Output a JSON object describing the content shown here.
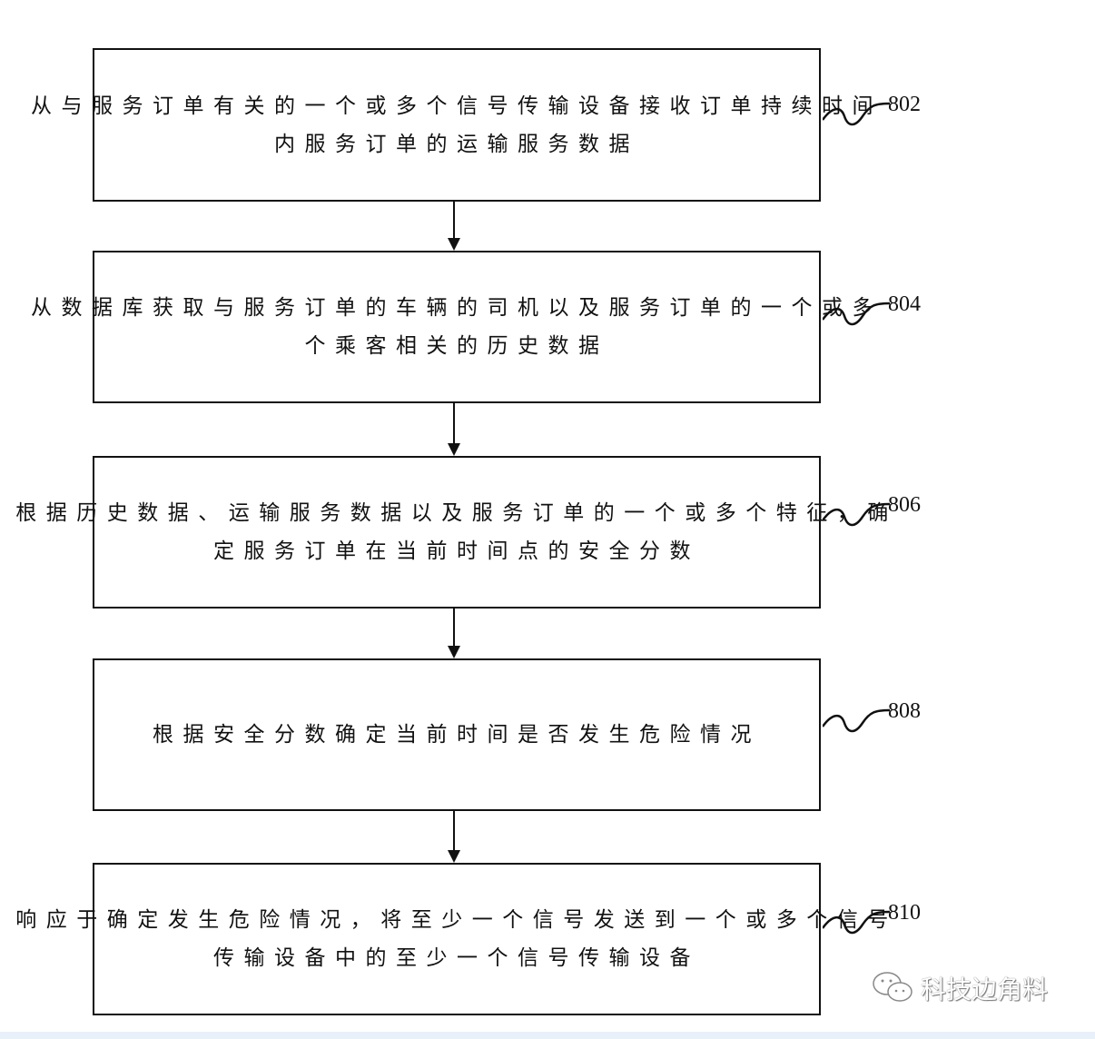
{
  "steps": [
    {
      "ref": "802",
      "lines": [
        "从与服务订单有关的一个或多个信号传输设备接收订单持续时间",
        "内服务订单的运输服务数据"
      ]
    },
    {
      "ref": "804",
      "lines": [
        "从数据库获取与服务订单的车辆的司机以及服务订单的一个或多",
        "个乘客相关的历史数据"
      ]
    },
    {
      "ref": "806",
      "lines": [
        "根据历史数据、运输服务数据以及服务订单的一个或多个特征，确",
        "定服务订单在当前时间点的安全分数"
      ]
    },
    {
      "ref": "808",
      "lines": [
        "根据安全分数确定当前时间是否发生危险情况"
      ]
    },
    {
      "ref": "810",
      "lines": [
        "响应于确定发生危险情况，将至少一个信号发送到一个或多个信号",
        "传输设备中的至少一个信号传输设备"
      ]
    }
  ],
  "watermark": {
    "text": "科技边角料",
    "icon": "wechat-icon"
  }
}
